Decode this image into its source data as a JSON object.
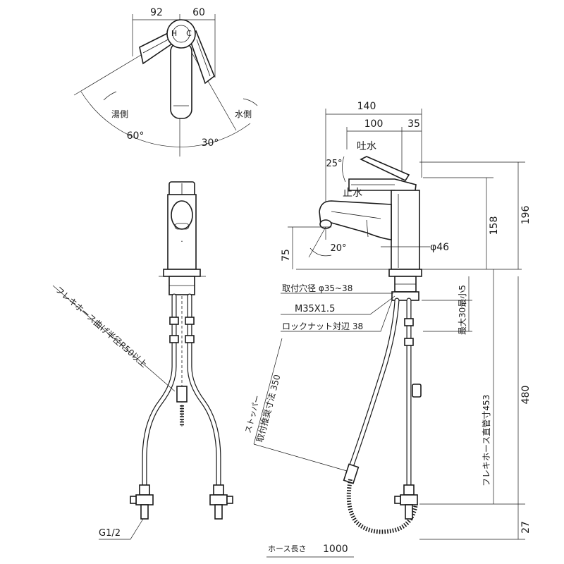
{
  "top_view": {
    "dim_left": "92",
    "dim_right": "60",
    "label_hot": "湯側",
    "label_cold": "水側",
    "angle_hot": "60°",
    "angle_cold": "30°",
    "lever_mark_h": "H",
    "lever_mark_c": "C"
  },
  "front_view": {
    "hose_bend_note": "フレキホース曲げ半径R50以上",
    "thread_label": "G1/2"
  },
  "side_view": {
    "dim_140": "140",
    "dim_100": "100",
    "dim_35": "35",
    "angle_25": "25°",
    "label_spout": "吐水",
    "label_stop": "止水",
    "angle_20": "20°",
    "dim_75": "75",
    "dim_diameter": "φ46",
    "dim_158": "158",
    "dim_196": "196",
    "hole_diameter": "取付穴径 φ35~38",
    "thread_spec": "M35X1.5",
    "locknut": "ロックナット対辺 38",
    "max_30": "最大30最小5",
    "hose_straight": "フレキホース直管寸453",
    "dim_480": "480",
    "stopper_line1": "ストッパー",
    "stopper_line2": "取付推奨寸法 350",
    "dim_27": "27",
    "hose_length_label": "ホース長さ",
    "hose_length_value": "1000"
  }
}
